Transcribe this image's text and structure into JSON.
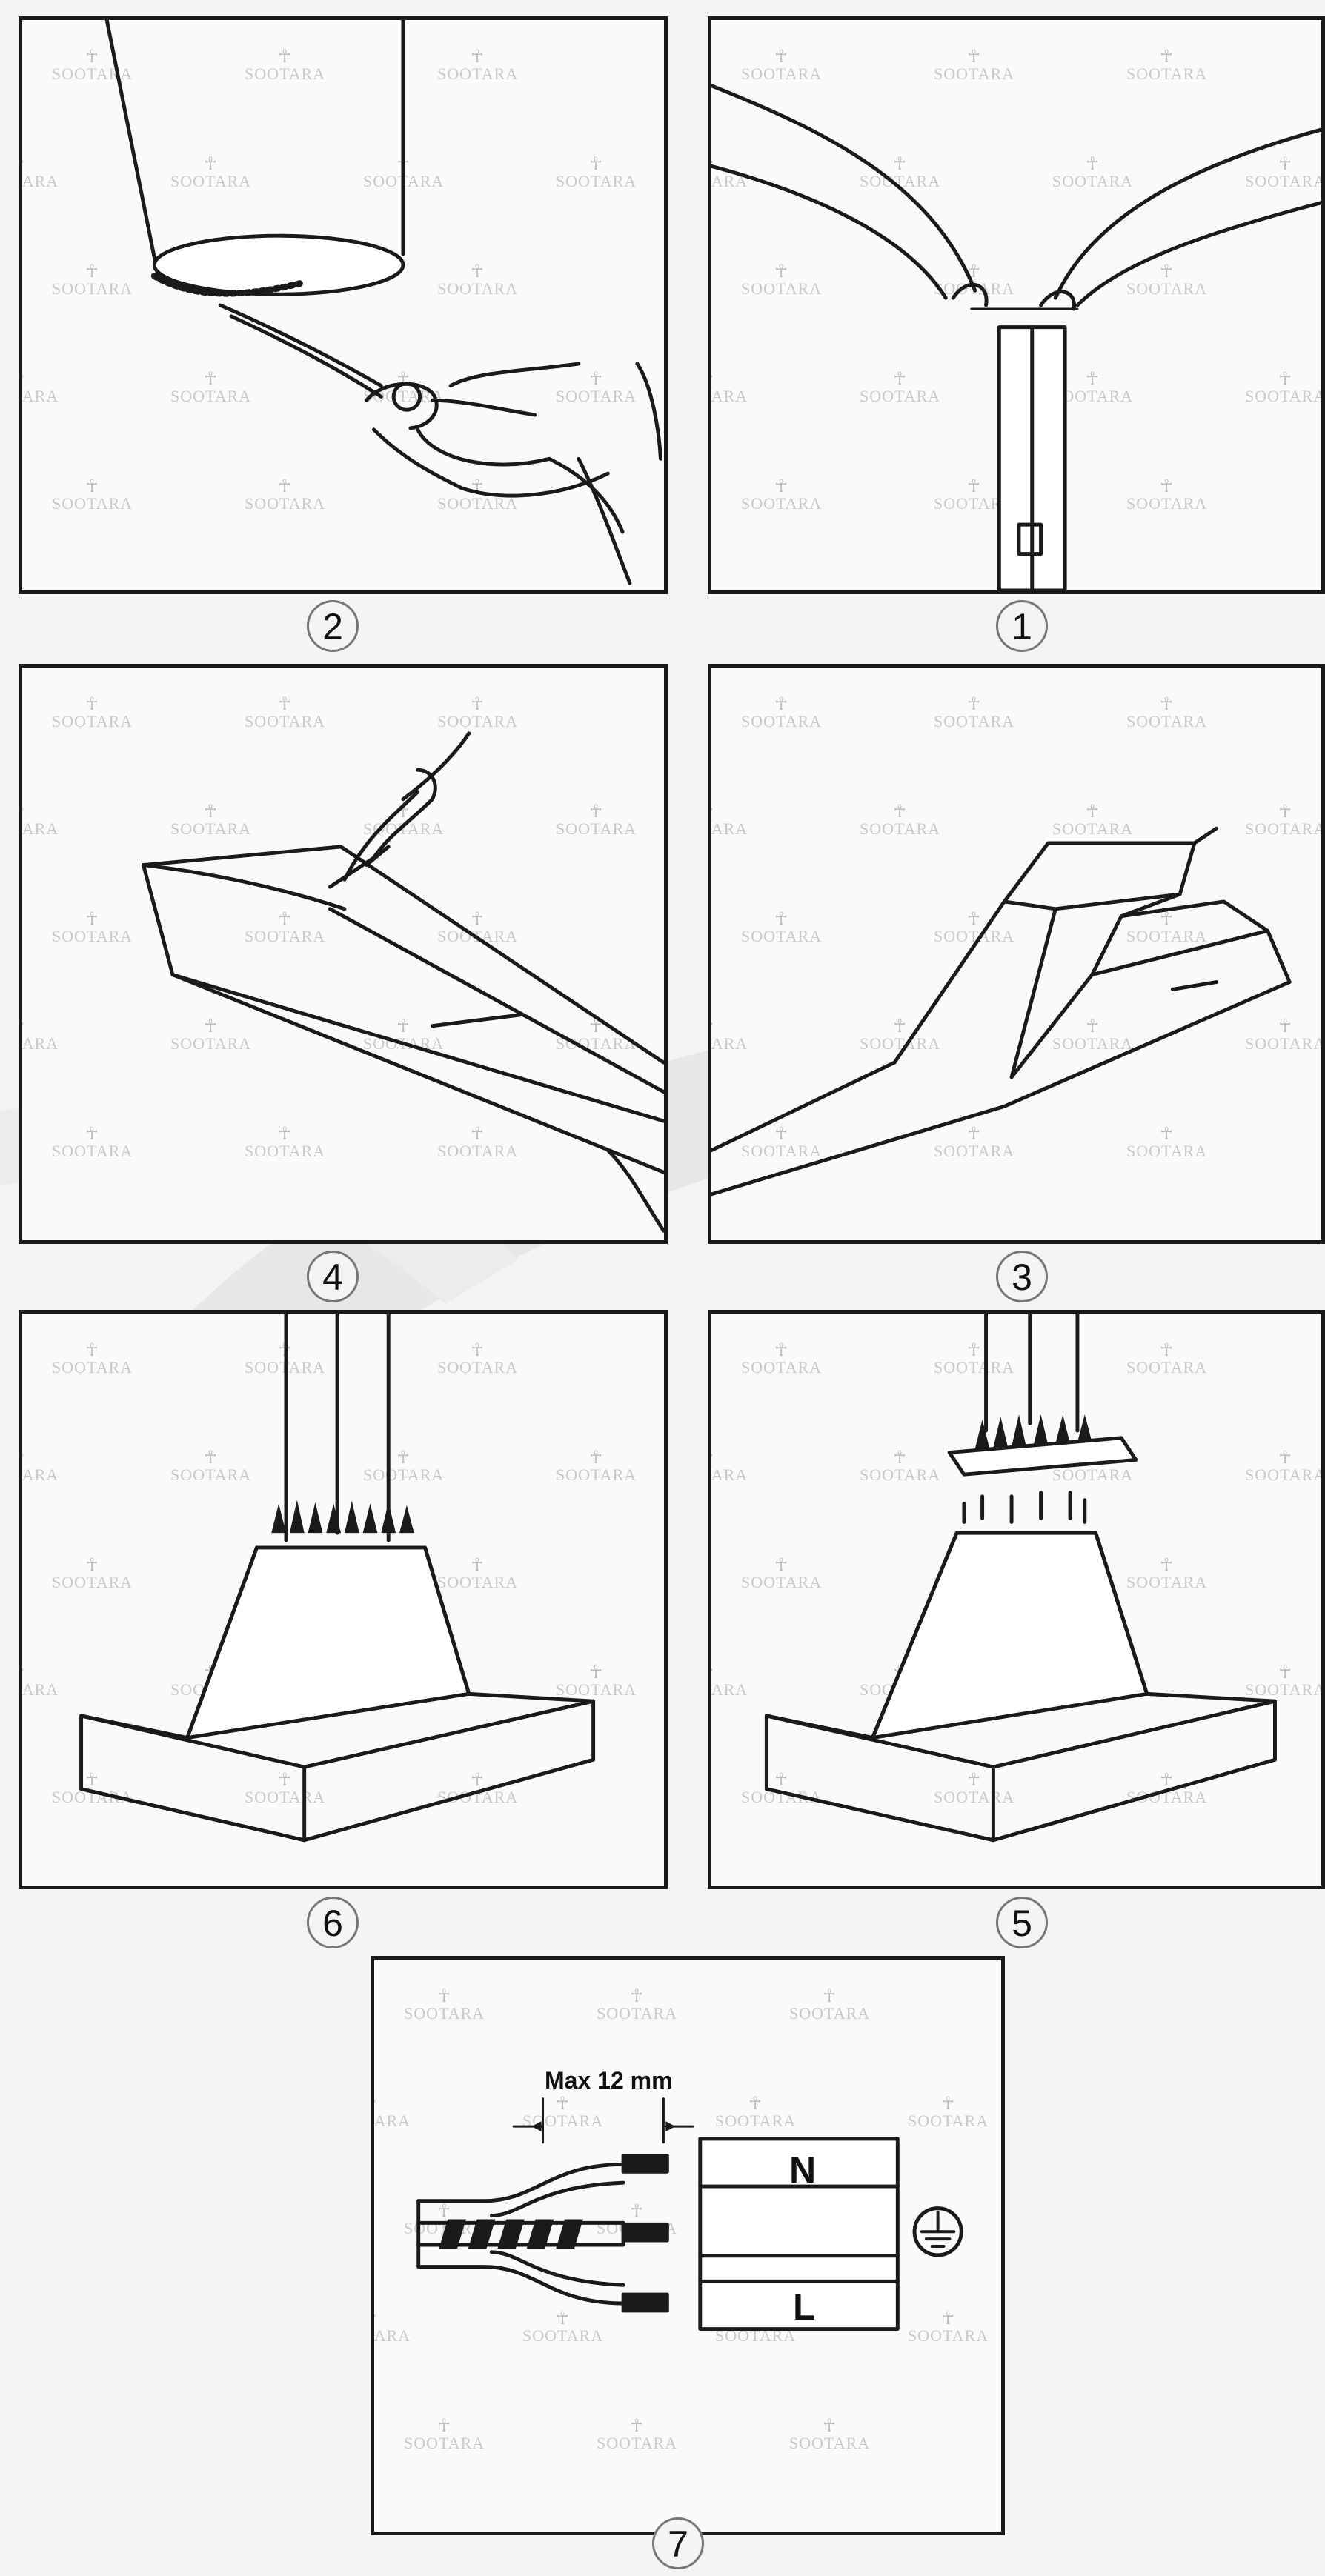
{
  "watermark": "SOOTARA",
  "steps": [
    {
      "id": "2",
      "label": "2"
    },
    {
      "id": "1",
      "label": "1"
    },
    {
      "id": "4",
      "label": "4"
    },
    {
      "id": "3",
      "label": "3"
    },
    {
      "id": "6",
      "label": "6"
    },
    {
      "id": "5",
      "label": "5"
    },
    {
      "id": "7",
      "label": "7"
    }
  ],
  "wiring": {
    "max_label": "Max 12 mm",
    "neutral": "N",
    "live": "L",
    "ground_icon": "earth-ground-icon"
  },
  "colors": {
    "stroke": "#1a1a1a",
    "watermark": "#c9c9c9"
  }
}
